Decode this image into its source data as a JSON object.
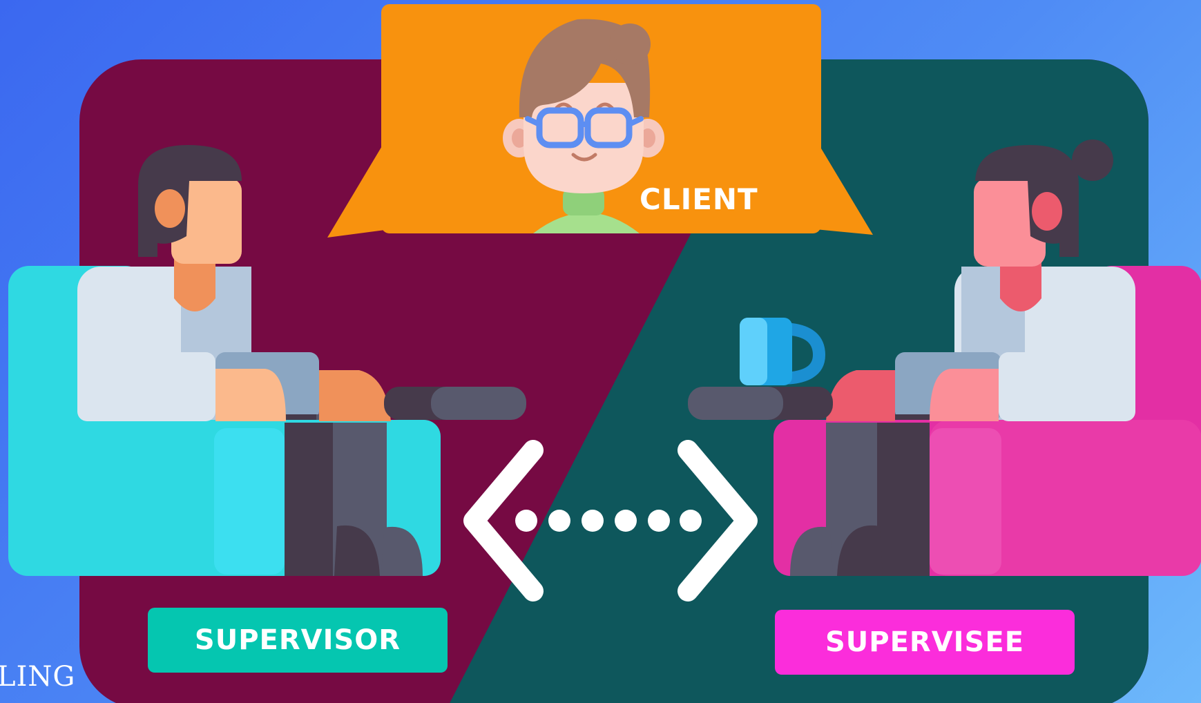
{
  "labels": {
    "client": "CLIENT",
    "supervisor": "SUPERVISOR",
    "supervisee": "SUPERVISEE",
    "corner_text": "LING"
  },
  "colors": {
    "background_start": "#3b68f0",
    "background_end": "#6db8fb",
    "supervisor_panel": "#760a43",
    "supervisee_panel": "#0e575c",
    "client_bubble": "#f8920e",
    "supervisor_label_bg": "#05c6b0",
    "supervisee_label_bg": "#fb2ddb",
    "supervisor_chair": "#2fd9e2",
    "supervisee_chair": "#e32fa4",
    "text": "#ffffff"
  },
  "icons": {
    "client": "client-avatar-icon",
    "supervisor": "supervisor-person-icon",
    "supervisee": "supervisee-person-icon",
    "mug": "mug-icon",
    "exchange": "two-way-arrow-icon"
  }
}
